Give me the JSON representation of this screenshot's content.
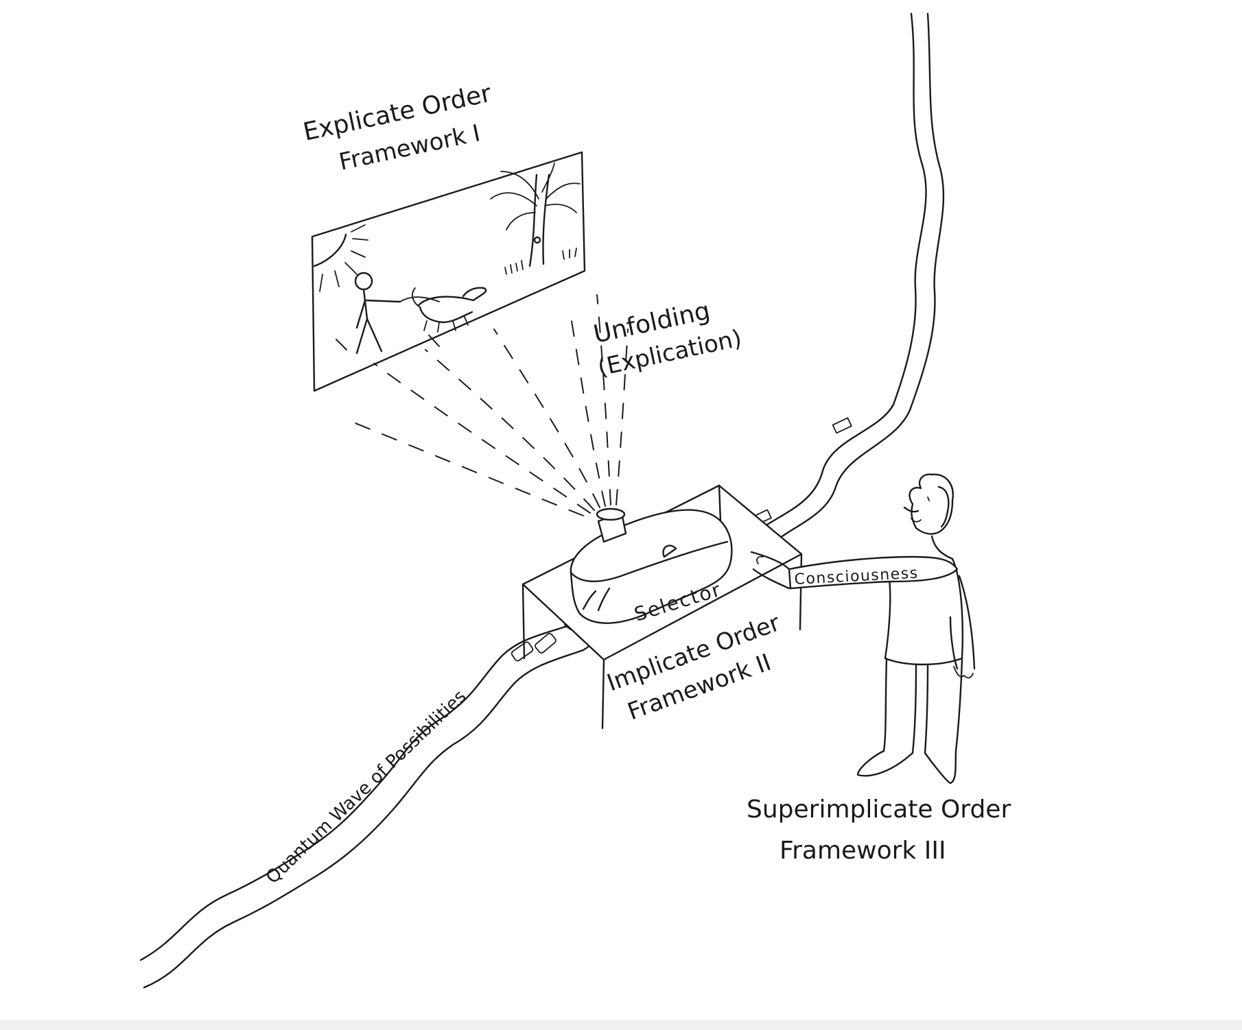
{
  "labels": {
    "explicate_line1": "Explicate Order",
    "explicate_line2": "Framework I",
    "unfolding_line1": "Unfolding",
    "unfolding_line2": "(Explication)",
    "selector": "Selector",
    "consciousness": "Consciousness",
    "implicate_line1": "Implicate Order",
    "implicate_line2": "Framework II",
    "superimplicate_line1": "Superimplicate Order",
    "superimplicate_line2": "Framework III",
    "quantum_wave": "Quantum Wave of Possibilities"
  },
  "colors": {
    "ink": "#1a1a1a",
    "paper": "#ffffff"
  }
}
